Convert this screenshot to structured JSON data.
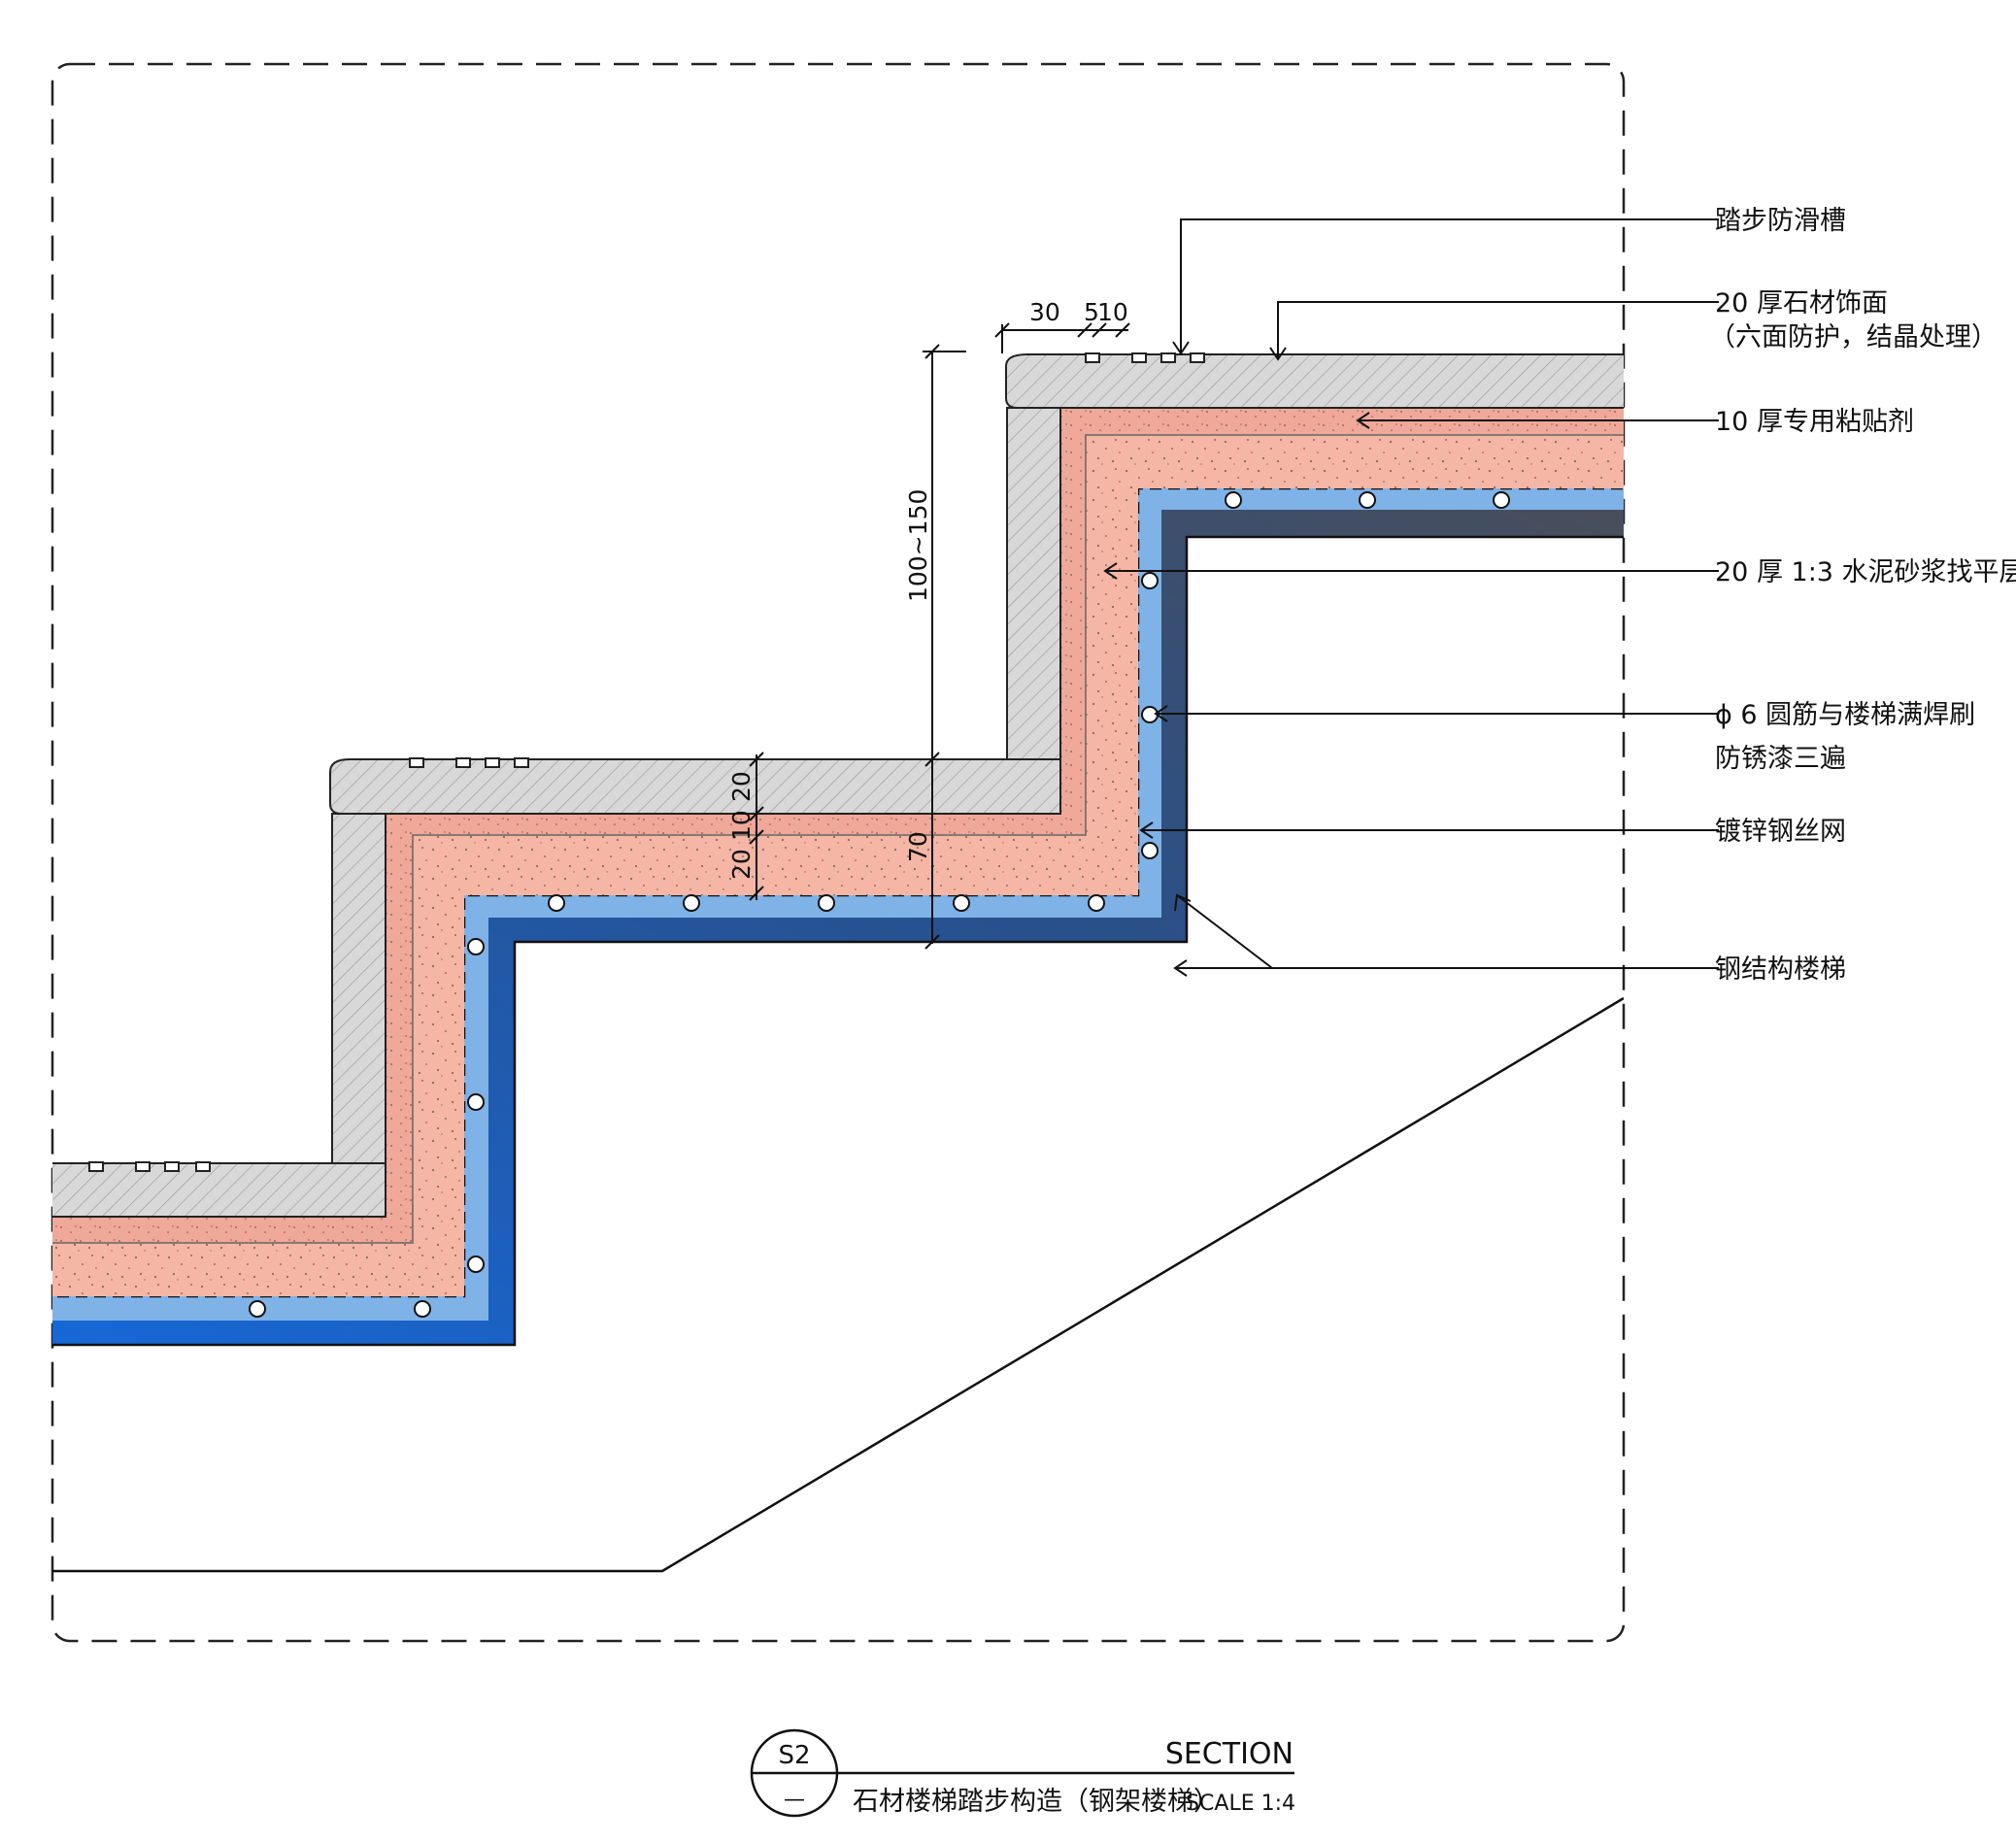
{
  "callouts": [
    {
      "id": "anti-slip-groove",
      "text": "踏步防滑槽"
    },
    {
      "id": "stone-finish",
      "line1": "20 厚石材饰面",
      "line2": "（六面防护，结晶处理）"
    },
    {
      "id": "adhesive",
      "text": "10 厚专用粘贴剂"
    },
    {
      "id": "mortar",
      "text": "20 厚 1:3 水泥砂浆找平层"
    },
    {
      "id": "rebar",
      "line1": "ϕ 6 圆筋与楼梯满焊刷",
      "line2": "防锈漆三遍"
    },
    {
      "id": "wire-mesh",
      "text": "镀锌钢丝网"
    },
    {
      "id": "steel-stair",
      "text": "钢结构楼梯"
    }
  ],
  "dimensions": {
    "nosing": "30",
    "groove_a": "5",
    "groove_b": "10",
    "riser_height": "100~150",
    "stone_thk": "20",
    "adhesive_thk": "10",
    "mortar_thk": "20",
    "total_thk": "70"
  },
  "title_block": {
    "tag_top": "S2",
    "tag_bottom": "—",
    "heading": "SECTION",
    "title": "石材楼梯踏步构造（钢架楼梯）",
    "scale": "SCALE 1:4"
  },
  "colors": {
    "stone": "#d6d6d6",
    "adhesive": "#f2b0a0",
    "mortar": "#f4b8a8",
    "mesh_zone": "#7fb2e6",
    "steel_light": "#1f68c8",
    "steel_dark": "#4a5060"
  }
}
